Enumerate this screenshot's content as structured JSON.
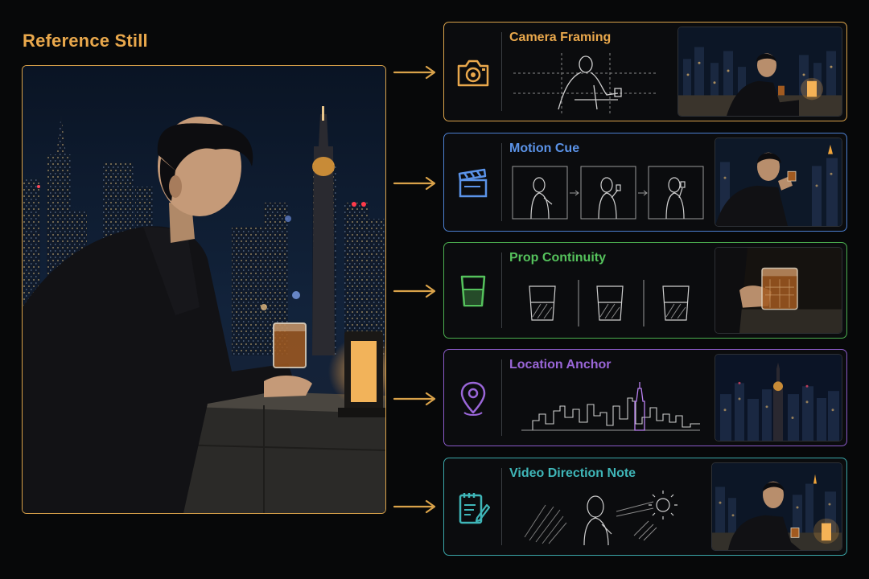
{
  "reference": {
    "title": "Reference Still"
  },
  "cards": [
    {
      "id": "camera",
      "title": "Camera Framing",
      "icon": "camera-icon",
      "color": "#e9a84c"
    },
    {
      "id": "motion",
      "title": "Motion Cue",
      "icon": "clapperboard-icon",
      "color": "#5b93e8"
    },
    {
      "id": "prop",
      "title": "Prop Continuity",
      "icon": "glass-icon",
      "color": "#55c25c"
    },
    {
      "id": "location",
      "title": "Location Anchor",
      "icon": "map-pin-icon",
      "color": "#9a66d8"
    },
    {
      "id": "direction",
      "title": "Video Direction Note",
      "icon": "notepad-pencil-icon",
      "color": "#3fb6b8"
    }
  ]
}
